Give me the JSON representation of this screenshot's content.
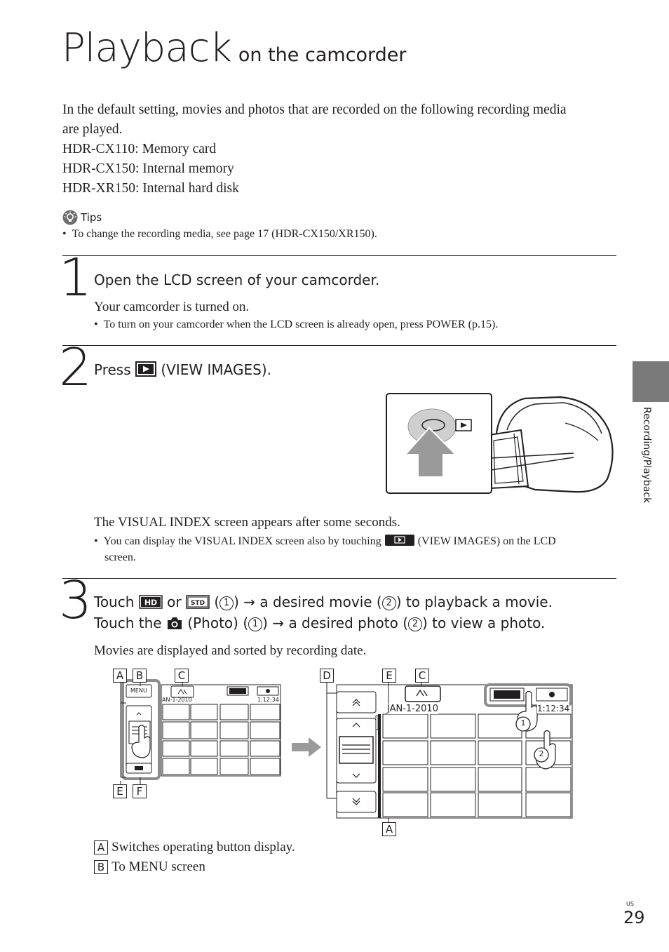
{
  "title": {
    "main": "Playback",
    "sub": "on the camcorder"
  },
  "intro": {
    "line1": "In the default setting, movies and photos that are recorded on the following recording media",
    "line2": "are played.",
    "models": [
      "HDR-CX110: Memory card",
      "HDR-CX150: Internal memory",
      "HDR-XR150: Internal hard disk"
    ]
  },
  "tips": {
    "label": "Tips",
    "bullet": "To change the recording media, see page 17  (HDR-CX150/XR150)."
  },
  "step1": {
    "number": "1",
    "heading": "Open the LCD screen of your camcorder.",
    "body": "Your camcorder is turned on.",
    "bullet": "To turn on your camcorder when the LCD screen is already open, press POWER (p.15)."
  },
  "step2": {
    "number": "2",
    "heading_pre": "Press",
    "heading_post": "(VIEW IMAGES).",
    "body": "The VISUAL INDEX screen appears after some seconds.",
    "bullet_pre": "You can display the VISUAL INDEX screen also by touching",
    "bullet_post": "(VIEW IMAGES) on the LCD",
    "bullet_line2": "screen."
  },
  "step3": {
    "number": "3",
    "line1": {
      "touch": "Touch",
      "or": "or",
      "paren_open": "(",
      "paren_close": ")",
      "arrow": "→",
      "mid": "a desired movie (",
      "end": ") to playback a movie."
    },
    "line2": {
      "touch": "Touch the",
      "photo": "(Photo) (",
      "paren_close": ")",
      "arrow": "→",
      "mid": "a desired photo (",
      "end": ") to view a photo."
    },
    "circ1": "1",
    "circ2": "2",
    "body": "Movies are displayed and sorted by recording date."
  },
  "diagram": {
    "left_labels": {
      "a": "A",
      "b": "B",
      "c": "C",
      "e": "E",
      "f": "F"
    },
    "right_labels": {
      "d": "D",
      "e": "E",
      "c": "C",
      "a": "A"
    },
    "menu_label": "MENU",
    "date_small": "AN-1-2010",
    "time_small": "1:12:34",
    "date_large": "JAN-1-2010",
    "time_large": "1:12:34",
    "hd_label": "HD",
    "step_markers": [
      "1",
      "2"
    ]
  },
  "legend": [
    {
      "key": "A",
      "text": "Switches operating button display."
    },
    {
      "key": "B",
      "text": "To MENU screen"
    }
  ],
  "footer": {
    "region": "US",
    "page": "29"
  },
  "sidebar": {
    "section": "Recording/Playback"
  },
  "colors": {
    "text": "#231f20",
    "side_tab": "#7a7a7a",
    "arrow_gray": "#9a9a9a",
    "highlight": "#8c8c8c"
  }
}
